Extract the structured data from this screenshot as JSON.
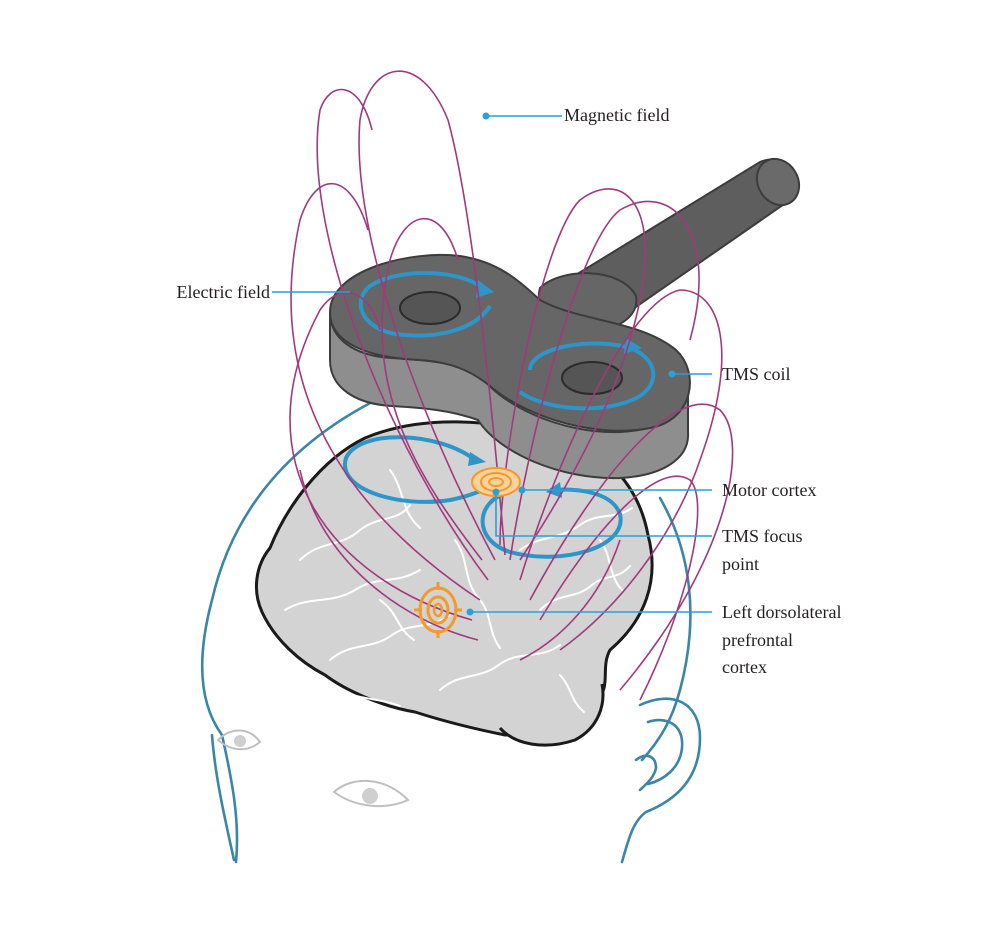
{
  "labels": {
    "magnetic_field": "Magnetic field",
    "electric_field": "Electric field",
    "tms_coil": "TMS coil",
    "motor_cortex": "Motor cortex",
    "tms_focus_point": [
      "TMS focus",
      "point"
    ],
    "dlpfc": [
      "Left dorsolateral",
      "prefrontal",
      "cortex"
    ]
  },
  "colors": {
    "magnetic_field": "#a03a7c",
    "electric_field": "#2d95c8",
    "leader": "#27a1d6",
    "head_outline": "#3a86a8",
    "brain": "#d3d3d3",
    "coil_top": "#666666",
    "coil_side": "#8e8e8e",
    "target": "#f39a2a"
  }
}
